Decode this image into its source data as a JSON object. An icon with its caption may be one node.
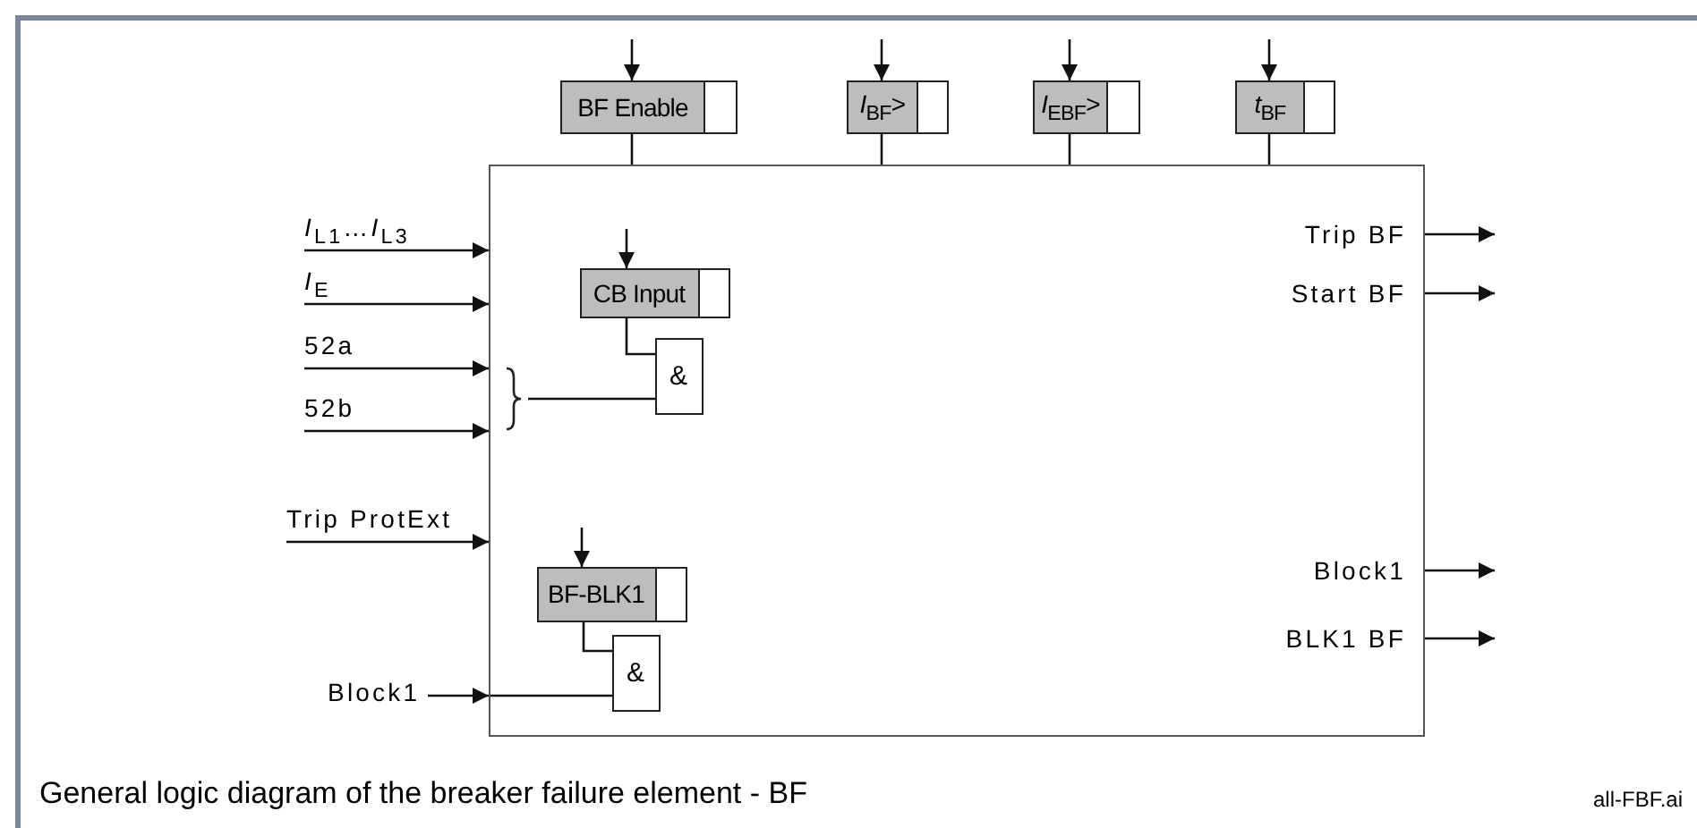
{
  "diagram": {
    "caption": "General logic diagram of the breaker failure element - BF",
    "nodes": [
      {
        "text": [],
        "shape": "box"
      },
      {
        "text": [
          "BF Enable"
        ]
      },
      {
        "text": [
          "*I*$_{BF}$>"
        ]
      },
      {
        "text": [
          "*I*$_{EBF}$>"
        ]
      },
      {
        "text": [
          "*t*$_{BF}$"
        ]
      },
      {
        "text": [
          "*I*$_{L1}$…*I*$_{L3}$"
        ]
      },
      {
        "text": [
          "*I*$_{E}$"
        ]
      },
      {
        "text": [
          "52a"
        ]
      },
      {
        "text": [
          "52b"
        ]
      },
      {
        "text": [
          "Trip ProtExt"
        ]
      },
      {
        "text": [
          "Block1"
        ]
      },
      {
        "text": [
          "CB Input"
        ],
        "in": 0
      },
      {
        "text": [
          "&"
        ],
        "in": 0
      },
      {
        "text": [
          "BF-BLK1"
        ],
        "in": 0
      },
      {
        "text": [
          "&"
        ],
        "in": 0
      },
      {
        "text": [
          "Trip BF"
        ],
        "in": 0
      },
      {
        "text": [
          "Start BF"
        ],
        "in": 0
      },
      {
        "text": [
          "Block1"
        ],
        "in": 0
      },
      {
        "text": [
          "BLK1 BF"
        ],
        "in": 0
      }
    ],
    "edges": [
      {
        "from": null,
        "to": 1,
        "arrow": "to"
      },
      {
        "from": null,
        "to": 2,
        "arrow": "to"
      },
      {
        "from": null,
        "to": 3,
        "arrow": "to"
      },
      {
        "from": null,
        "to": 4,
        "arrow": "to"
      },
      {
        "from": 1,
        "to": 0,
        "arrow": "none"
      },
      {
        "from": 2,
        "to": 0,
        "arrow": "none"
      },
      {
        "from": 3,
        "to": 0,
        "arrow": "none"
      },
      {
        "from": 4,
        "to": 0,
        "arrow": "none"
      },
      {
        "from": 5,
        "to": 0,
        "arrow": "to"
      },
      {
        "from": 6,
        "to": 0,
        "arrow": "to"
      },
      {
        "from": 7,
        "to": 0,
        "arrow": "to"
      },
      {
        "from": 8,
        "to": 0,
        "arrow": "to"
      },
      {
        "from": 9,
        "to": 0,
        "arrow": "to"
      },
      {
        "from": 10,
        "to": 0,
        "arrow": "to"
      },
      {
        "from": null,
        "to": 14,
        "arrow": "none"
      },
      {
        "from": null,
        "to": 11,
        "arrow": "to"
      },
      {
        "from": 11,
        "to": 12,
        "arrow": "none"
      },
      {
        "from": null,
        "to": 12,
        "arrow": "none"
      },
      {
        "from": null,
        "to": 13,
        "arrow": "to"
      },
      {
        "from": 13,
        "to": 14,
        "arrow": "none"
      },
      {
        "from": 15,
        "to": null,
        "arrow": "to"
      },
      {
        "from": 16,
        "to": null,
        "arrow": "to"
      },
      {
        "from": 17,
        "to": null,
        "arrow": "to"
      },
      {
        "from": 18,
        "to": null,
        "arrow": "to"
      }
    ],
    "labels": [
      "all-FBF.ai"
    ]
  }
}
